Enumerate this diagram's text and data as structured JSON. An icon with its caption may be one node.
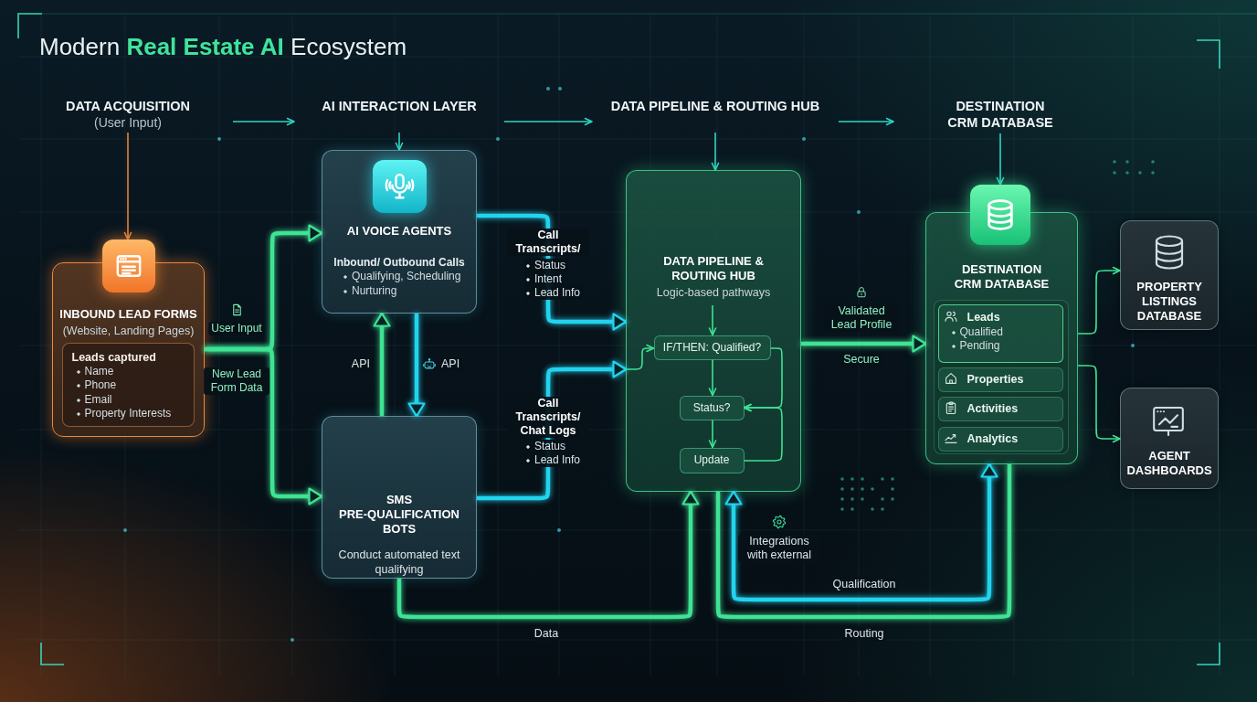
{
  "diagram": {
    "title": "Modern **Real Estate AI** Ecosystem",
    "nodes": [
      {
        "text": [
          "DATA ACQUISITION",
          "(User Input)"
        ]
      },
      {
        "text": [
          "AI INTERACTION LAYER"
        ]
      },
      {
        "text": [
          "DATA PIPELINE & ROUTING HUB"
        ]
      },
      {
        "text": [
          "DESTINATION CRM DATABASE"
        ]
      },
      {
        "text": [
          "INBOUND LEAD FORMS",
          "(Website, Landing Pages)"
        ]
      },
      {
        "text": [
          "Leads captured",
          "Name",
          "Phone",
          "Email",
          "Property Interests"
        ],
        "in": 4
      },
      {
        "text": [
          "AI VOICE AGENTS",
          "Inbound/ Outbound Calls",
          "Qualifying, Scheduling",
          "Nurturing"
        ]
      },
      {
        "text": [
          "SMS PRE-QUALIFICATION BOTS",
          "Conduct automated text qualifying"
        ]
      },
      {
        "text": [
          "DATA PIPELINE & ROUTING HUB",
          "Logic-based pathways"
        ]
      },
      {
        "text": [
          "IF/THEN: Qualified?"
        ],
        "in": 8
      },
      {
        "text": [
          "Status?"
        ],
        "in": 8
      },
      {
        "text": [
          "Update"
        ],
        "in": 8
      },
      {
        "text": [
          "DESTINATION CRM DATABASE"
        ]
      },
      {
        "text": [
          "Leads",
          "Qualified",
          "Pending"
        ],
        "in": 12
      },
      {
        "text": [
          "Properties"
        ],
        "in": 12
      },
      {
        "text": [
          "Activities"
        ],
        "in": 12
      },
      {
        "text": [
          "Analytics"
        ],
        "in": 12
      },
      {
        "text": [
          "PROPERTY LISTINGS DATABASE"
        ]
      },
      {
        "text": [
          "AGENT DASHBOARDS"
        ]
      }
    ],
    "edges": [
      {
        "from": 0,
        "to": 1,
        "arrow": "to",
        "color": "#2fd6c0"
      },
      {
        "from": 1,
        "to": 2,
        "arrow": "to",
        "color": "#2fd6c0"
      },
      {
        "from": 2,
        "to": 3,
        "arrow": "to",
        "color": "#2fd6c0"
      },
      {
        "from": 0,
        "to": 4,
        "arrow": "to",
        "color": "#e8843a"
      },
      {
        "from": 1,
        "to": 6,
        "arrow": "to",
        "color": "#2fd6c0"
      },
      {
        "from": 2,
        "to": 8,
        "arrow": "to",
        "color": "#2fd6c0"
      },
      {
        "from": 3,
        "to": 12,
        "arrow": "to",
        "color": "#2fd6c0"
      },
      {
        "from": 4,
        "to": 6,
        "arrow": "to",
        "label": "User Input",
        "style": "thick"
      },
      {
        "from": 4,
        "to": 7,
        "arrow": "to",
        "label": "New Lead Form Data",
        "style": "thick"
      },
      {
        "from": 6,
        "to": 7,
        "arrow": "to",
        "label": "API",
        "style": "thick",
        "color": "#22d3ee"
      },
      {
        "from": 7,
        "to": 6,
        "arrow": "to",
        "label": "API",
        "style": "thick"
      },
      {
        "from": 6,
        "to": 8,
        "arrow": "to",
        "label": "Call Transcripts/",
        "style": "thick",
        "color": "#22d3ee"
      },
      {
        "from": 7,
        "to": 8,
        "arrow": "to",
        "label": "Call Transcripts/ Chat Logs",
        "style": "thick",
        "color": "#22d3ee"
      },
      {
        "from": 8,
        "to": 12,
        "arrow": "to",
        "label": "Validated Lead Profile",
        "style": "thick"
      },
      {
        "from": 7,
        "to": 8,
        "arrow": "to",
        "label": "Data",
        "style": "thick"
      },
      {
        "from": 8,
        "to": 12,
        "arrow": "none",
        "label": "Routing",
        "style": "thick"
      },
      {
        "from": 8,
        "to": 12,
        "arrow": "both",
        "label": "Qualification",
        "style": "thick",
        "color": "#22d3ee"
      },
      {
        "from": 12,
        "to": 17,
        "arrow": "to"
      },
      {
        "from": 12,
        "to": 18,
        "arrow": "to"
      },
      {
        "from": null,
        "to": 9,
        "arrow": "to"
      },
      {
        "from": 8,
        "to": 9,
        "arrow": "to"
      },
      {
        "from": 9,
        "to": 10,
        "arrow": "to"
      },
      {
        "from": 9,
        "to": 10,
        "arrow": "to"
      },
      {
        "from": 10,
        "to": 11,
        "arrow": "to"
      },
      {
        "from": 11,
        "to": 10,
        "arrow": "to"
      }
    ],
    "labels": [
      "Status",
      "Intent",
      "Lead Info",
      "Secure",
      "Status",
      "Lead Info",
      "Integrations with external"
    ]
  }
}
